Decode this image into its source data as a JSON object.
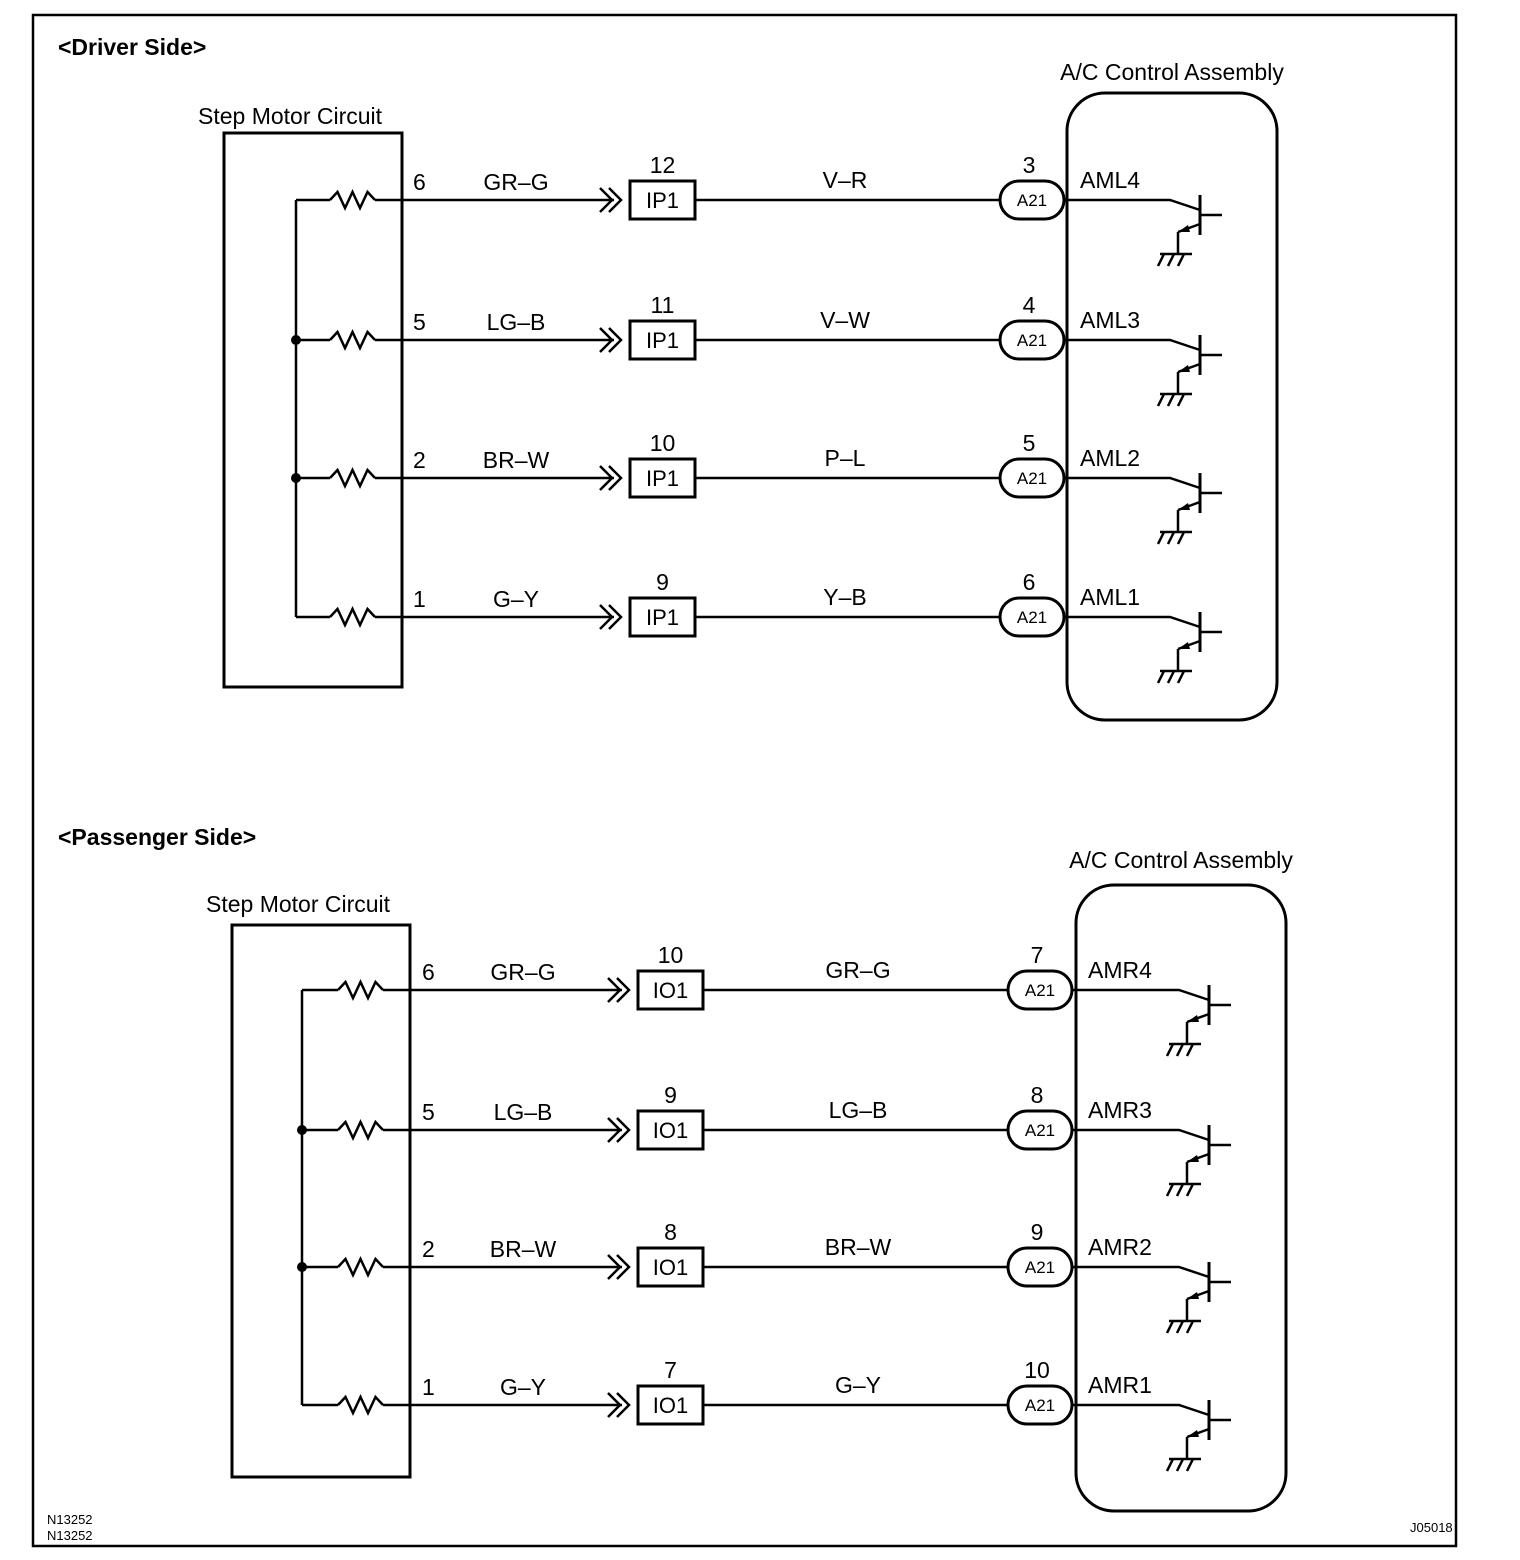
{
  "sections": [
    {
      "id": "driver",
      "header": "<Driver Side>",
      "motor_title": "Step Motor Circuit",
      "ecu_title": "A/C Control Assembly",
      "rows": [
        {
          "pin": "6",
          "wire_left": "GR–G",
          "conn_num": "12",
          "conn": "IP1",
          "wire_right": "V–R",
          "a21_num": "3",
          "a21": "A21",
          "terminal": "AML4"
        },
        {
          "pin": "5",
          "wire_left": "LG–B",
          "conn_num": "11",
          "conn": "IP1",
          "wire_right": "V–W",
          "a21_num": "4",
          "a21": "A21",
          "terminal": "AML3"
        },
        {
          "pin": "2",
          "wire_left": "BR–W",
          "conn_num": "10",
          "conn": "IP1",
          "wire_right": "P–L",
          "a21_num": "5",
          "a21": "A21",
          "terminal": "AML2"
        },
        {
          "pin": "1",
          "wire_left": "G–Y",
          "conn_num": "9",
          "conn": "IP1",
          "wire_right": "Y–B",
          "a21_num": "6",
          "a21": "A21",
          "terminal": "AML1"
        }
      ]
    },
    {
      "id": "passenger",
      "header": "<Passenger Side>",
      "motor_title": "Step Motor Circuit",
      "ecu_title": "A/C Control Assembly",
      "rows": [
        {
          "pin": "6",
          "wire_left": "GR–G",
          "conn_num": "10",
          "conn": "IO1",
          "wire_right": "GR–G",
          "a21_num": "7",
          "a21": "A21",
          "terminal": "AMR4"
        },
        {
          "pin": "5",
          "wire_left": "LG–B",
          "conn_num": "9",
          "conn": "IO1",
          "wire_right": "LG–B",
          "a21_num": "8",
          "a21": "A21",
          "terminal": "AMR3"
        },
        {
          "pin": "2",
          "wire_left": "BR–W",
          "conn_num": "8",
          "conn": "IO1",
          "wire_right": "BR–W",
          "a21_num": "9",
          "a21": "A21",
          "terminal": "AMR2"
        },
        {
          "pin": "1",
          "wire_left": "G–Y",
          "conn_num": "7",
          "conn": "IO1",
          "wire_right": "G–Y",
          "a21_num": "10",
          "a21": "A21",
          "terminal": "AMR1"
        }
      ]
    }
  ],
  "footer": {
    "code_line1": "N13252",
    "code_line2": "N13252",
    "figure_id": "J05018"
  }
}
